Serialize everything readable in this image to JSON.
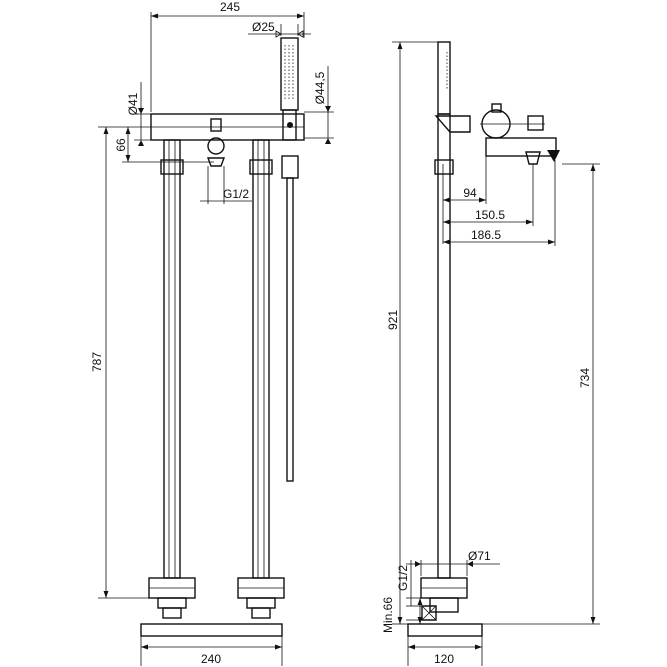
{
  "dimensions": {
    "width_top": "245",
    "diameter_hand": "Ø25",
    "diameter_body": "Ø41",
    "diameter_head": "Ø44,5",
    "height_body": "66",
    "thread_front": "G1/2",
    "height_total_front": "787",
    "width_base_front": "240",
    "height_total_side": "921",
    "depth_94": "94",
    "depth_150": "150.5",
    "depth_186": "186.5",
    "height_spout": "734",
    "diameter_base": "Ø71",
    "thread_side": "G1/2",
    "min_height": "Min.66",
    "width_base_side": "120"
  }
}
